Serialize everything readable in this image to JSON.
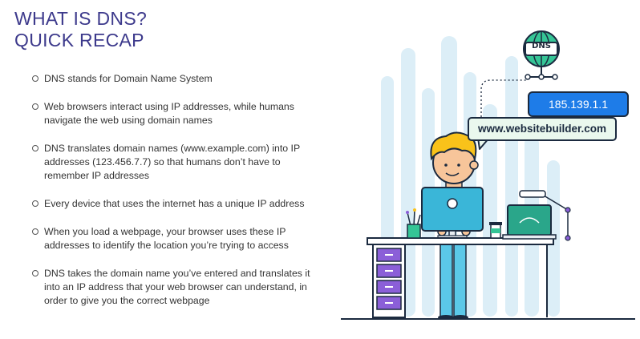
{
  "heading": {
    "line1": "WHAT IS DNS?",
    "line2": "QUICK RECAP"
  },
  "bullets": [
    "DNS stands for Domain Name System",
    "Web browsers interact using IP addresses, while humans navigate the web using domain names",
    "DNS translates domain names (www.example.com) into IP addresses (123.456.7.7) so that humans don’t have to remember IP addresses",
    "Every device that uses the internet has a unique IP address",
    "When you load a webpage, your browser uses these IP addresses to identify the location you’re trying to access",
    "DNS takes the domain name you’ve entered and translates it into an IP address that your web browser can understand, in order to give you the correct webpage"
  ],
  "illustration": {
    "dns_icon_label": "DNS",
    "ip_address": "185.139.1.1",
    "domain_name": "www.websitebuilder.com",
    "colors": {
      "heading": "#3d3a8c",
      "ip_bubble": "#1e7ce8",
      "domain_bubble": "#eaf8ee",
      "monitor": "#3ab6d8",
      "globe": "#35c596",
      "pillars": "#dceef7",
      "drawers": "#8b5fd8",
      "outline": "#1b2a3f"
    }
  }
}
